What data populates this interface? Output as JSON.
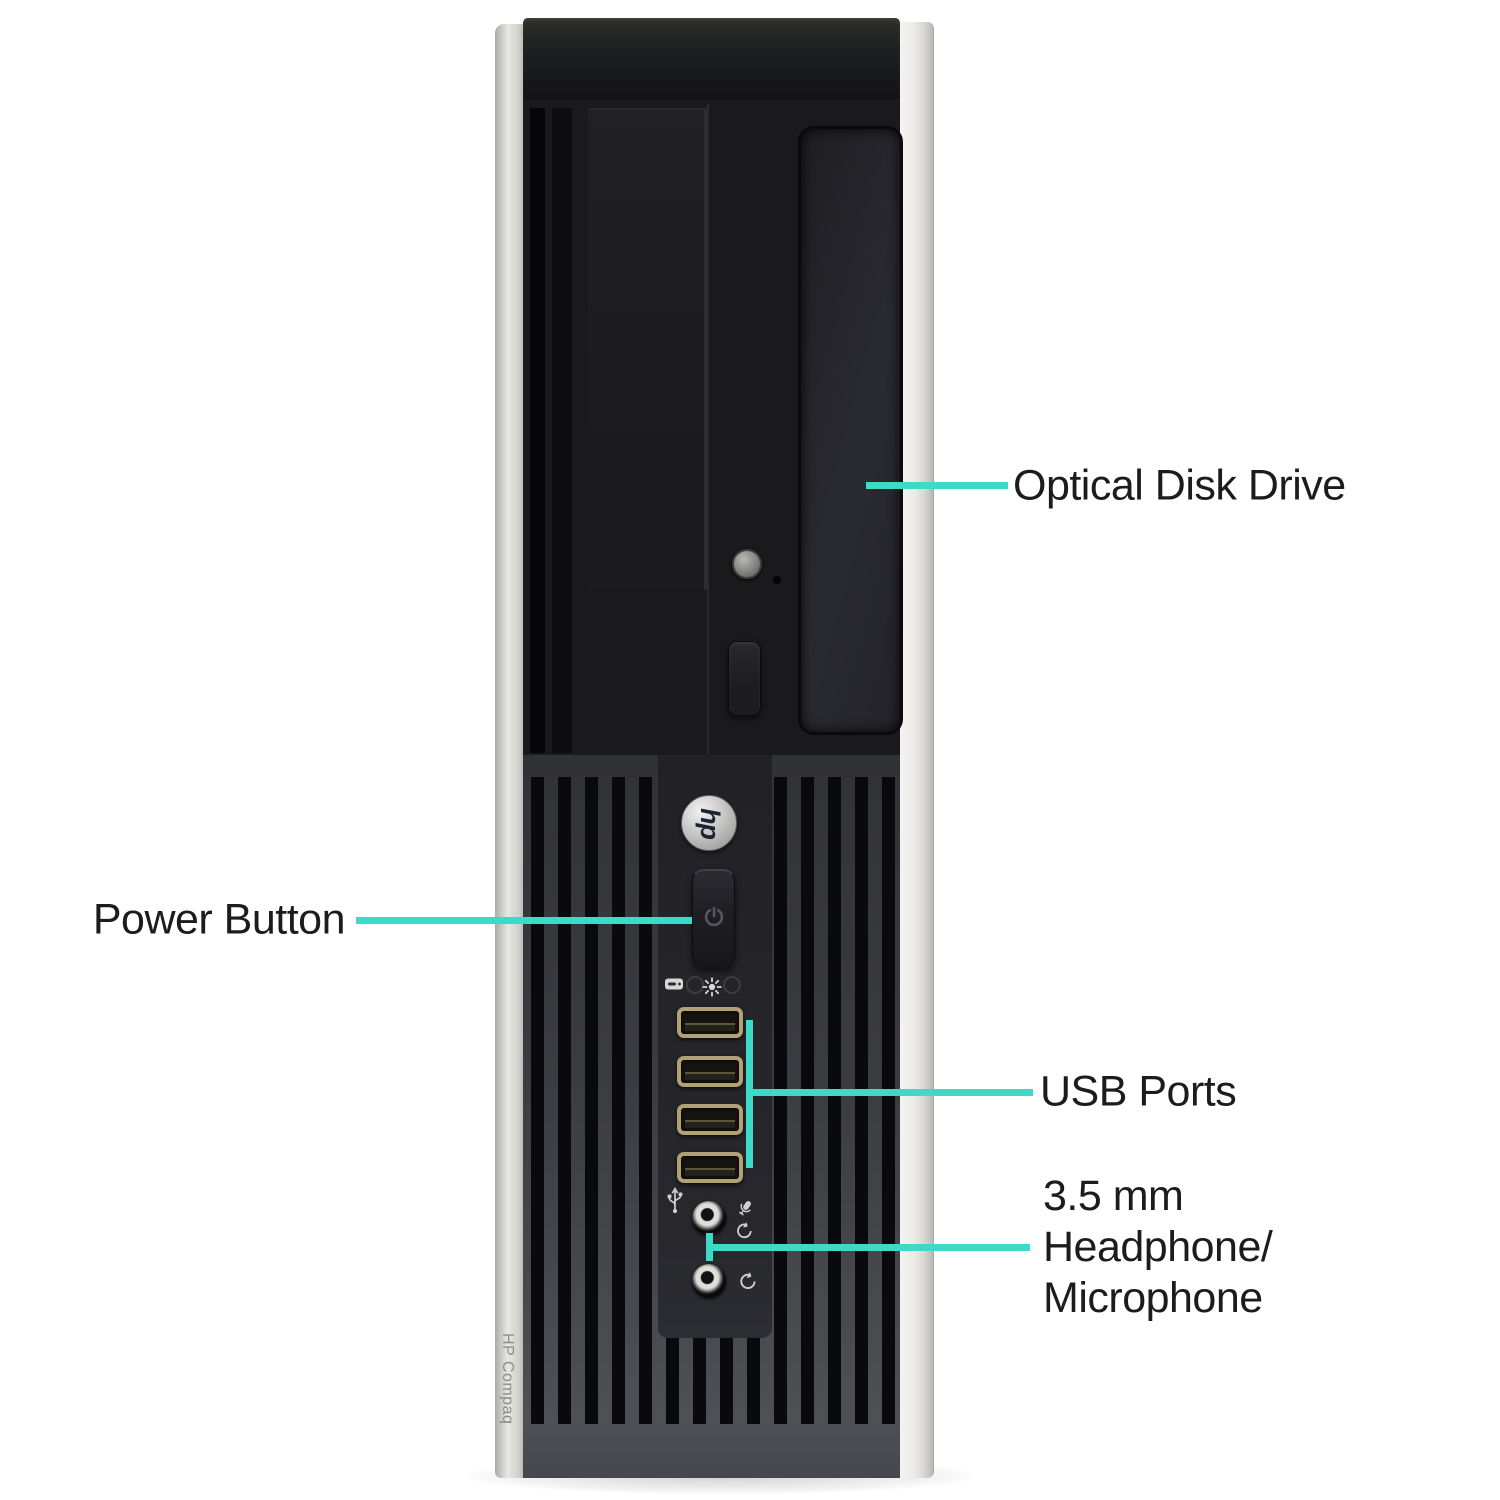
{
  "callouts": {
    "optical_drive": {
      "label": "Optical Disk Drive"
    },
    "power_button": {
      "label": "Power Button"
    },
    "usb_ports": {
      "label": "USB Ports"
    },
    "audio_jacks": {
      "line1": "3.5 mm",
      "line2": "Headphone/",
      "line3": "Microphone"
    }
  },
  "device": {
    "logo": "hp",
    "side_brand": "HP Compaq"
  },
  "colors": {
    "callout_line": "#3cdac7",
    "label_text": "#1c1c1c",
    "chassis_black": "#1b1b1e",
    "trim_silver": "#dcdbd7",
    "usb_gold": "#b2a176"
  },
  "icons": {
    "power": "power-symbol-icon",
    "hdd_led": "hdd-led-icon",
    "power_led": "sun-led-icon",
    "usb": "usb-trident-icon",
    "microphone": "microphone-icon",
    "headset": "circular-arrow-icon"
  }
}
